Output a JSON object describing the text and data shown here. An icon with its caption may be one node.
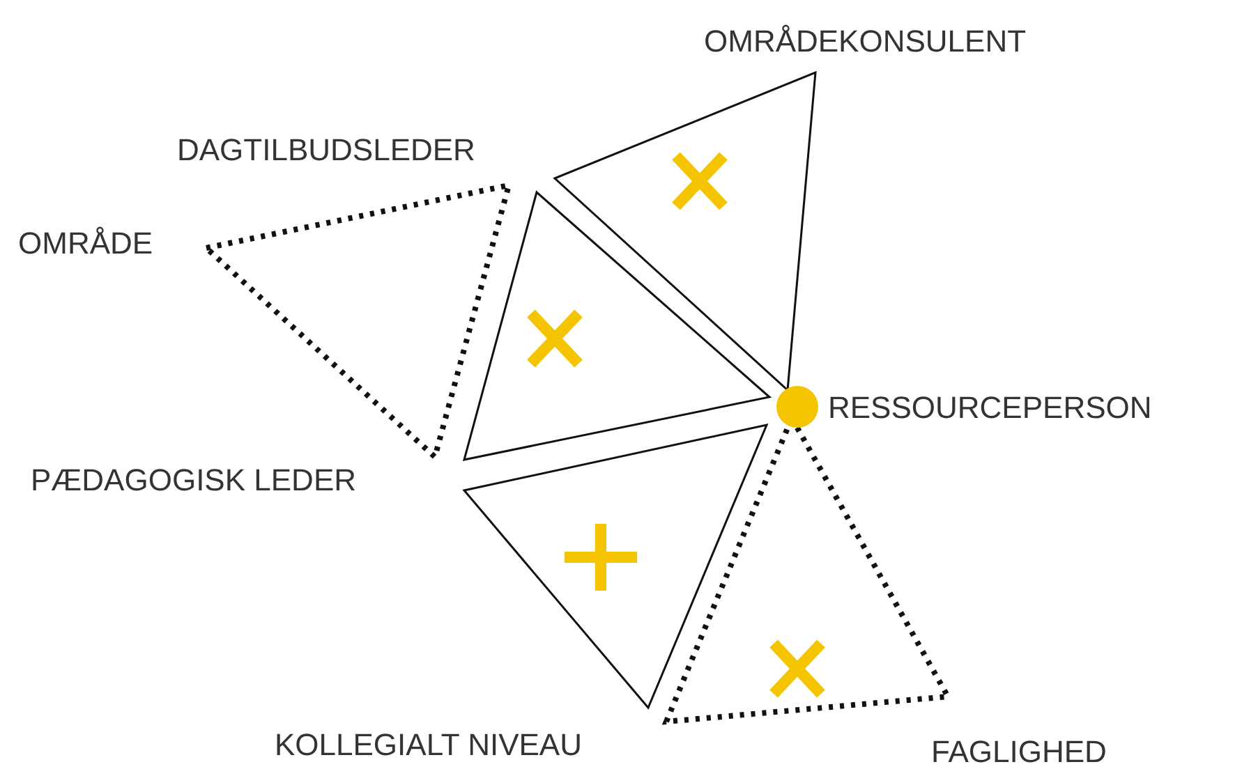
{
  "diagram": {
    "labels": [
      "OMRÅDEKONSULENT",
      "DAGTILBUDSLEDER",
      "OMRÅDE",
      "RESSOURCEPERSON",
      "PÆDAGOGISK LEDER",
      "KOLLEGIALT NIVEAU",
      "FAGLIGHED"
    ]
  }
}
